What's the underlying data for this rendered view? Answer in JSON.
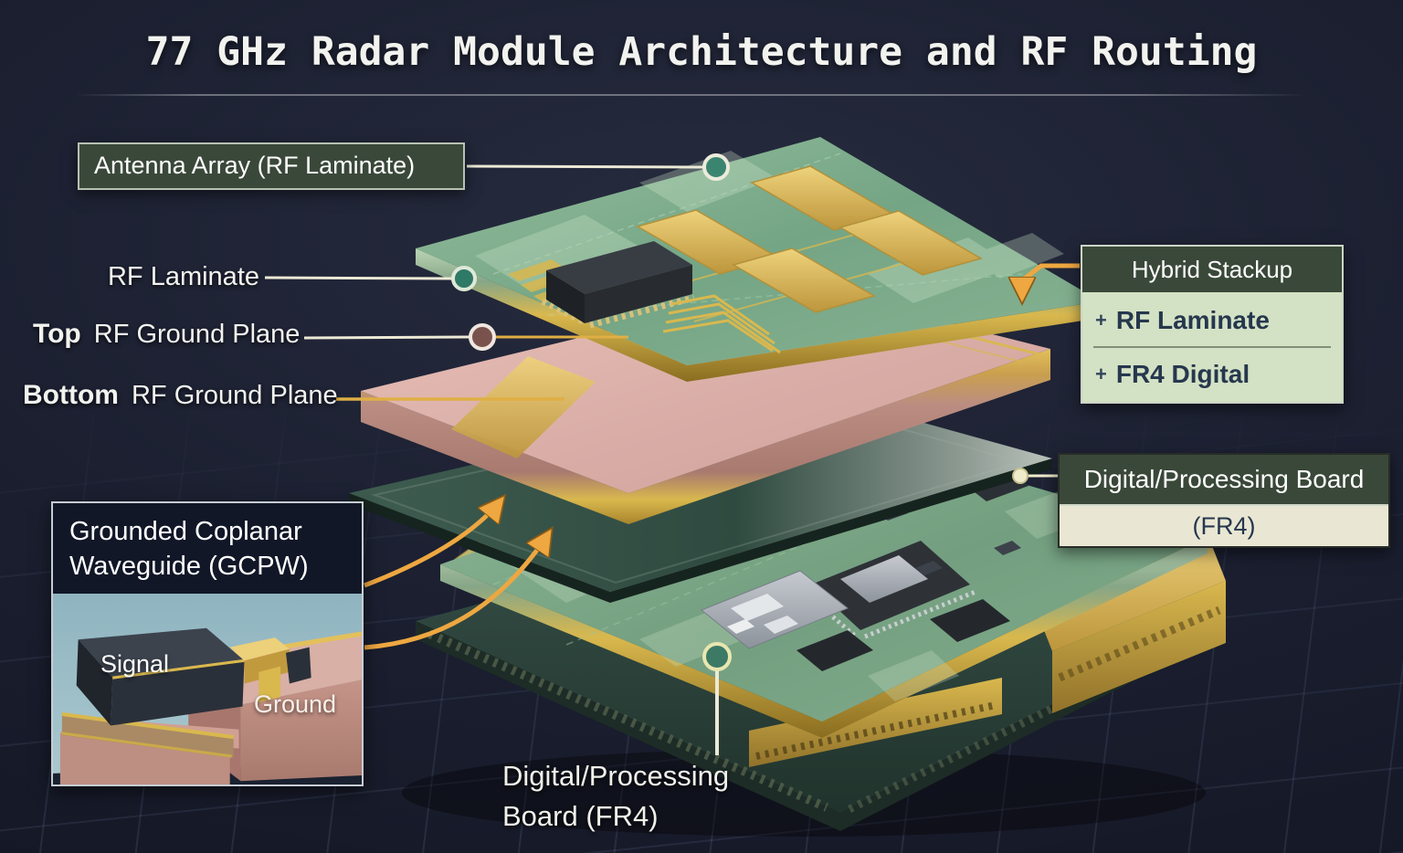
{
  "title": "77 GHz Radar Module Architecture and RF Routing",
  "callouts": {
    "antenna_array": {
      "label": "Antenna Array (RF Laminate)"
    },
    "rf_laminate": {
      "label": "RF Laminate"
    },
    "top_ground": {
      "prefix": "Top",
      "label": "RF Ground Plane"
    },
    "bottom_ground": {
      "prefix": "Bottom",
      "label": "RF Ground Plane"
    },
    "digital_board_note": {
      "line1": "Digital/Processing",
      "line2": "Board (FR4)"
    }
  },
  "hybrid_stackup": {
    "title": "Hybrid Stackup",
    "items": [
      {
        "bullet": "+",
        "label": "RF Laminate"
      },
      {
        "bullet": "+",
        "label": "FR4 Digital"
      }
    ]
  },
  "digital_board_box": {
    "title": "Digital/Processing Board",
    "subtitle": "(FR4)"
  },
  "gcpw": {
    "title_line1": "Grounded Coplanar",
    "title_line2": "Waveguide (GCPW)",
    "signal_label": "Signal",
    "ground_label": "Ground"
  },
  "colors": {
    "background": "#1b1f30",
    "grid_line": "#3a4260",
    "callout_header_green": "#3a4839",
    "callout_body_green": "#d3e2c4",
    "callout_body_cream": "#e9e7d3",
    "text_light": "#f2f3ef",
    "text_dark": "#26374e",
    "accent_orange": "#eea741",
    "leader_cream": "#ece9d6",
    "leader_gold": "#dfaf45",
    "pcb_green": "#86b191",
    "laminate_pink": "#d8aca6",
    "copper_gold": "#d9b84e",
    "board_teal": "#2f4a40"
  }
}
